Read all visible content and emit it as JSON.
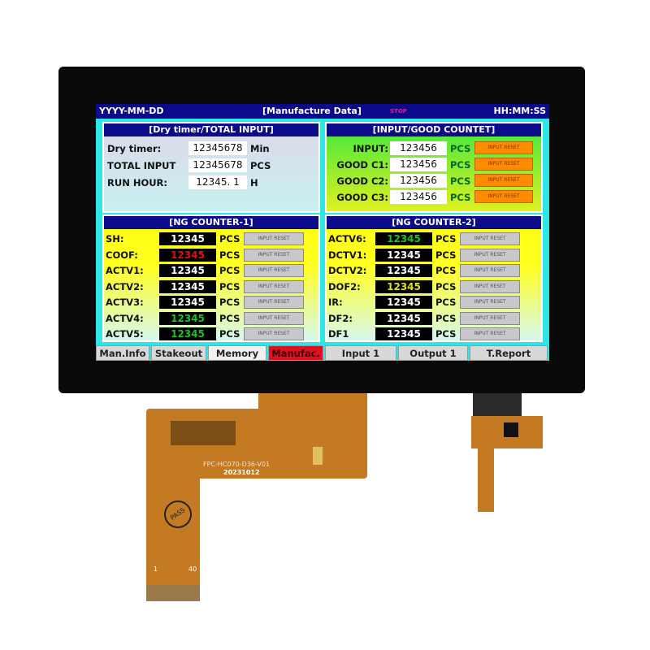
{
  "header": {
    "date": "YYYY-MM-DD",
    "title": "[Manufacture Data]",
    "status": "STOP",
    "time": "HH:MM:SS"
  },
  "dry_panel": {
    "title": "[Dry timer/TOTAL INPUT]",
    "rows": [
      {
        "label": "Dry timer:",
        "value": "12345678",
        "unit": "Min"
      },
      {
        "label": "TOTAL INPUT",
        "value": "12345678",
        "unit": "PCS"
      },
      {
        "label": "RUN HOUR:",
        "value": "12345. 1",
        "unit": "H"
      }
    ]
  },
  "good_panel": {
    "title": "[INPUT/GOOD COUNTET]",
    "rows": [
      {
        "label": "INPUT:",
        "value": "123456",
        "unit": "PCS",
        "button": "INPUT RESET"
      },
      {
        "label": "GOOD C1:",
        "value": "123456",
        "unit": "PCS",
        "button": "INPUT RESET"
      },
      {
        "label": "GOOD C2:",
        "value": "123456",
        "unit": "PCS",
        "button": "INPUT RESET"
      },
      {
        "label": "GOOD C3:",
        "value": "123456",
        "unit": "PCS",
        "button": "INPUT RESET"
      }
    ]
  },
  "ng1": {
    "title": "[NG COUNTER-1]",
    "rows": [
      {
        "label": "SH:",
        "value": "12345",
        "unit": "PCS",
        "button": "INPUT RESET",
        "color": "#ffffff"
      },
      {
        "label": "COOF:",
        "value": "12345",
        "unit": "PCS",
        "button": "INPUT RESET",
        "color": "#e01010"
      },
      {
        "label": "ACTV1:",
        "value": "12345",
        "unit": "PCS",
        "button": "INPUT RESET",
        "color": "#ffffff"
      },
      {
        "label": "ACTV2:",
        "value": "12345",
        "unit": "PCS",
        "button": "INPUT RESET",
        "color": "#ffffff"
      },
      {
        "label": "ACTV3:",
        "value": "12345",
        "unit": "PCS",
        "button": "INPUT RESET",
        "color": "#ffffff"
      },
      {
        "label": "ACTV4:",
        "value": "12345",
        "unit": "PCS",
        "button": "INPUT RESET",
        "color": "#20c020"
      },
      {
        "label": "ACTV5:",
        "value": "12345",
        "unit": "PCS",
        "button": "INPUT RESET",
        "color": "#20c020"
      }
    ]
  },
  "ng2": {
    "title": "[NG COUNTER-2]",
    "rows": [
      {
        "label": "ACTV6:",
        "value": "12345",
        "unit": "PCS",
        "button": "INPUT RESET",
        "color": "#20c020"
      },
      {
        "label": "DCTV1:",
        "value": "12345",
        "unit": "PCS",
        "button": "INPUT RESET",
        "color": "#ffffff"
      },
      {
        "label": "DCTV2:",
        "value": "12345",
        "unit": "PCS",
        "button": "INPUT RESET",
        "color": "#ffffff"
      },
      {
        "label": "DOF2:",
        "value": "12345",
        "unit": "PCS",
        "button": "INPUT RESET",
        "color": "#e0e020"
      },
      {
        "label": "IR:",
        "value": "12345",
        "unit": "PCS",
        "button": "INPUT RESET",
        "color": "#ffffff"
      },
      {
        "label": "DF2:",
        "value": "12345",
        "unit": "PCS",
        "button": "INPUT RESET",
        "color": "#ffffff"
      },
      {
        "label": "DF1",
        "value": "12345",
        "unit": "PCS",
        "button": "INPUT RESET",
        "color": "#ffffff"
      }
    ]
  },
  "tabs": [
    "Man.Info",
    "Stakeout",
    "Memory",
    "Manufac.",
    "Input 1",
    "Output 1",
    "T.Report"
  ],
  "fpc": {
    "part": "FPC-HC070-D36-V01",
    "date": "20231012",
    "pin_first": "1",
    "pin_last": "40",
    "stamp": "PASS"
  }
}
